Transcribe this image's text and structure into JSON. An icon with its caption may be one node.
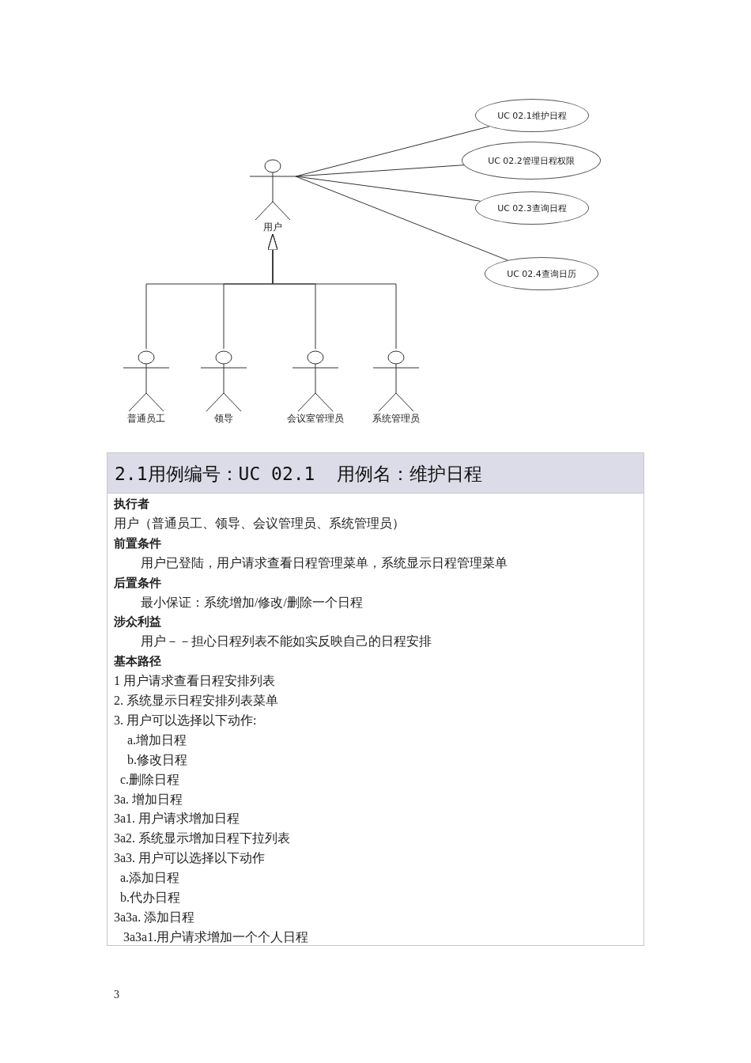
{
  "diagram": {
    "nodes": [
      {
        "text": [
          "用户"
        ]
      },
      {
        "text": [
          "UC 02.1维护日程"
        ]
      },
      {
        "text": [
          "UC 02.2管理日程权限"
        ]
      },
      {
        "text": [
          "UC 02.3查询日程"
        ]
      },
      {
        "text": [
          "UC 02.4查询日历"
        ]
      },
      {
        "text": [
          "普通员工"
        ]
      },
      {
        "text": [
          "领导"
        ]
      },
      {
        "text": [
          "会议室管理员"
        ]
      },
      {
        "text": [
          "系统管理员"
        ]
      }
    ],
    "edges": [
      {
        "from": 0,
        "to": 1,
        "arrow": "none"
      },
      {
        "from": 0,
        "to": 2,
        "arrow": "none"
      },
      {
        "from": 0,
        "to": 3,
        "arrow": "none"
      },
      {
        "from": 0,
        "to": 4,
        "arrow": "none"
      },
      {
        "from": 5,
        "to": 0,
        "arrow": "to"
      },
      {
        "from": 6,
        "to": 0,
        "arrow": "to"
      },
      {
        "from": 7,
        "to": 0,
        "arrow": "to"
      },
      {
        "from": 8,
        "to": 0,
        "arrow": "to"
      }
    ],
    "labels": [
      "2.1用例编号：UC 02.1  用例名：维护日程",
      "执行者",
      "用户（普通员工、领导、会议管理员、系统管理员）",
      "前置条件",
      "用户已登陆，用户请求查看日程管理菜单，系统显示日程管理菜单",
      "后置条件",
      "最小保证：系统增加/修改/删除一个日程",
      "涉众利益",
      "用户－－担心日程列表不能如实反映自己的日程安排",
      "基本路径",
      "1 用户请求查看日程安排列表",
      "2. 系统显示日程安排列表菜单",
      "3. 用户可以选择以下动作:",
      "a.增加日程",
      "b.修改日程",
      "c.删除日程",
      "3a. 增加日程",
      "3a1. 用户请求增加日程",
      "3a2. 系统显示增加日程下拉列表",
      "3a3. 用户可以选择以下动作",
      "a.添加日程",
      "b.代办日程",
      "3a3a. 添加日程",
      "3a3a1.用户请求增加一个个人日程",
      "3"
    ]
  }
}
